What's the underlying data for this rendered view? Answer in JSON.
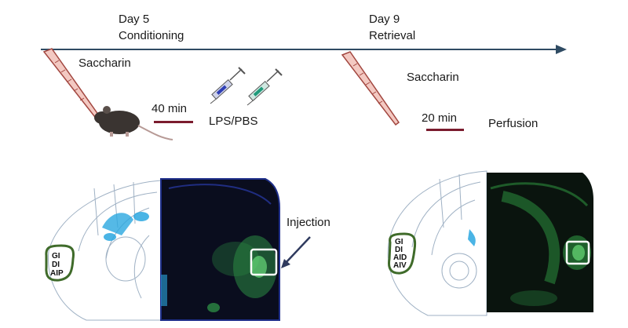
{
  "timeline": {
    "day5": "Day 5",
    "day5_label": "Conditioning",
    "day9": "Day 9",
    "day9_label": "Retrieval"
  },
  "steps": {
    "saccharin_1": "Saccharin",
    "delay_1": "40 min",
    "injection_agents": "LPS/PBS",
    "saccharin_2": "Saccharin",
    "delay_2": "20 min",
    "end_step": "Perfusion"
  },
  "brain_sections": {
    "injection_label": "Injection",
    "left_regions": [
      "GI",
      "DI",
      "AIP"
    ],
    "right_regions": [
      "GI",
      "DI",
      "AID",
      "AIV"
    ]
  },
  "icons": [
    "pipette-icon",
    "mouse-icon",
    "syringe-icon",
    "brain-section-icon"
  ],
  "colors": {
    "timeline": "#2f4b63",
    "delay_bar": "#7b1c2e",
    "syringe_blue": "#2f3fb5",
    "syringe_green": "#1e9a7a",
    "fluorescence": "#3fd35a",
    "insula_outline": "#3f6b2a",
    "ventricle": "#2aa7e0"
  }
}
